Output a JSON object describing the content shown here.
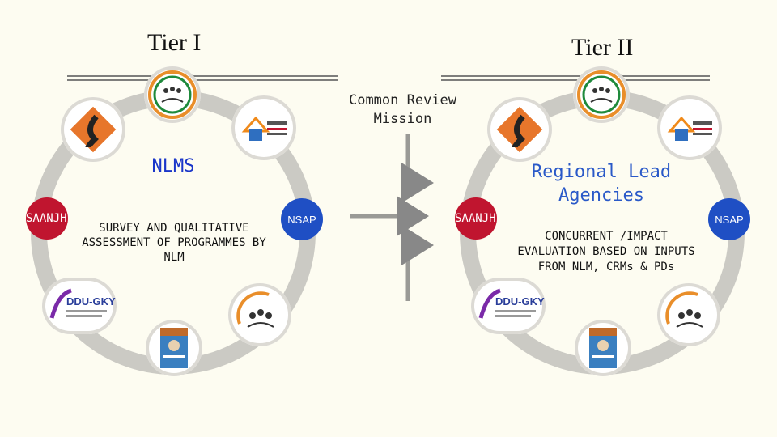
{
  "tier1": {
    "title": "Tier I",
    "center_label": "NLMS",
    "description": "SURVEY AND QUALITATIVE ASSESSMENT OF PROGRAMMES BY NLM",
    "saanjh_label": "SAANJH",
    "nsap_label": "NSAP"
  },
  "tier2": {
    "title": "Tier II",
    "center_label": "Regional Lead Agencies",
    "description": "CONCURRENT /IMPACT EVALUATION BASED ON INPUTS FROM NLM, CRMs & PDs",
    "saanjh_label": "SAANJH",
    "nsap_label": "NSAP"
  },
  "middle": {
    "review_label": "Common Review Mission"
  },
  "logos": {
    "ddu_title": "DDU-GKY"
  },
  "colors": {
    "nlms_blue": "#1a36c9",
    "regional_blue": "#2a59c8",
    "saanjh_red": "#c0152f",
    "nsap_blue": "#1f4fc4",
    "ring_grey": "#c9c8c3"
  }
}
